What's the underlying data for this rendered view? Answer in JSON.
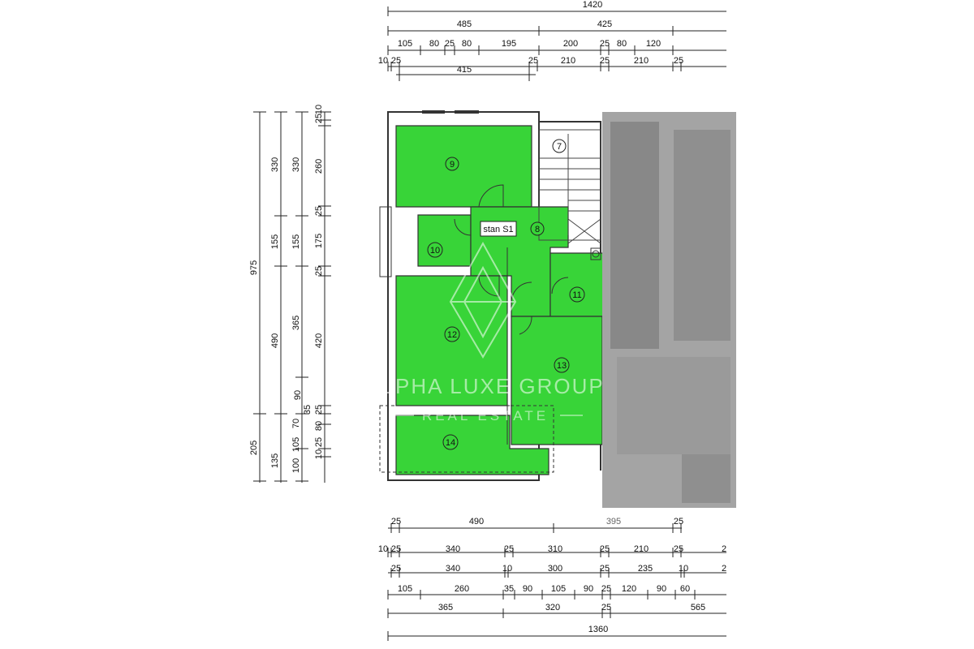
{
  "watermark": {
    "brand": "ALPHA LUXE GROUP",
    "tagline": "REAL ESTATE"
  },
  "apartment_label": "stan S1",
  "rooms": [
    "7",
    "8",
    "9",
    "10",
    "11",
    "12",
    "13",
    "14"
  ],
  "top_dimensions": {
    "row1": [
      "1420"
    ],
    "row2": [
      "485",
      "425"
    ],
    "row3": [
      "105",
      "80",
      "25",
      "80",
      "195",
      "200",
      "25",
      "80",
      "120"
    ],
    "row4": [
      "10",
      "25",
      "25",
      "210",
      "25",
      "210",
      "25"
    ],
    "row5": [
      "415"
    ]
  },
  "left_dimensions": {
    "col1": [
      "975",
      "205"
    ],
    "col2": [
      "330",
      "155",
      "490",
      "135"
    ],
    "col3": [
      "330",
      "155",
      "365",
      "70",
      "105",
      "100"
    ],
    "col4": [
      "25",
      "10",
      "260",
      "25",
      "175",
      "25",
      "420",
      "90",
      "25",
      "35",
      "80",
      "10",
      "25"
    ]
  },
  "bottom_dimensions": {
    "row1": [
      "25",
      "490",
      "395",
      "25"
    ],
    "row2": [
      "10",
      "25",
      "340",
      "25",
      "310",
      "25",
      "210",
      "25",
      "2"
    ],
    "row3": [
      "25",
      "340",
      "10",
      "300",
      "25",
      "235",
      "10",
      "2"
    ],
    "row4": [
      "105",
      "260",
      "35",
      "90",
      "105",
      "90",
      "25",
      "120",
      "90",
      "60"
    ],
    "row5": [
      "365",
      "320",
      "25",
      "565"
    ],
    "row6": [
      "1360"
    ]
  }
}
